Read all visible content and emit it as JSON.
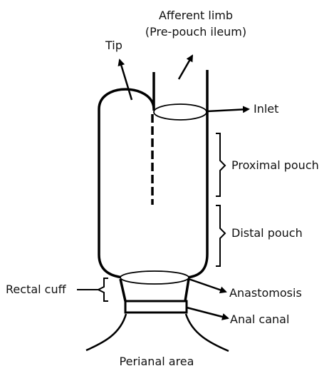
{
  "labels": {
    "afferent_limb": "Afferent limb",
    "pre_pouch_ileum": "(Pre-pouch ileum)",
    "tip": "Tip",
    "inlet": "Inlet",
    "proximal_pouch": "Proximal pouch",
    "distal_pouch": "Distal pouch",
    "rectal_cuff": "Rectal cuff",
    "anastomosis": "Anastomosis",
    "anal_canal": "Anal canal",
    "perianal_area": "Perianal area"
  },
  "colors": {
    "stroke": "#000000",
    "text": "#111111",
    "background": "#ffffff"
  }
}
